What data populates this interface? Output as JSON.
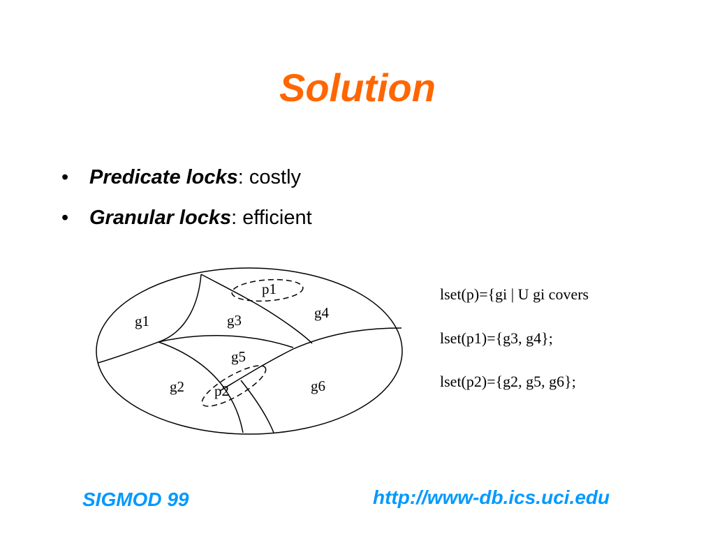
{
  "slide": {
    "title": "Solution",
    "bullets": [
      {
        "marker": "•",
        "term": "Predicate locks",
        "rest": ": costly"
      },
      {
        "marker": "•",
        "term": "Granular locks",
        "rest": ": efficient"
      }
    ]
  },
  "diagram": {
    "granules": [
      "g1",
      "g2",
      "g3",
      "g4",
      "g5",
      "g6"
    ],
    "predicates": [
      "p1",
      "p2"
    ],
    "lset_lines": [
      "lset(p)={gi | U gi covers",
      "lset(p1)={g3, g4};",
      "lset(p2)={g2, g5, g6};"
    ]
  },
  "footer": {
    "left": "SIGMOD 99",
    "right": "http://www-db.ics.uci.edu"
  },
  "colors": {
    "title": "#ff6600",
    "footer": "#0099ff",
    "text": "#000000"
  }
}
